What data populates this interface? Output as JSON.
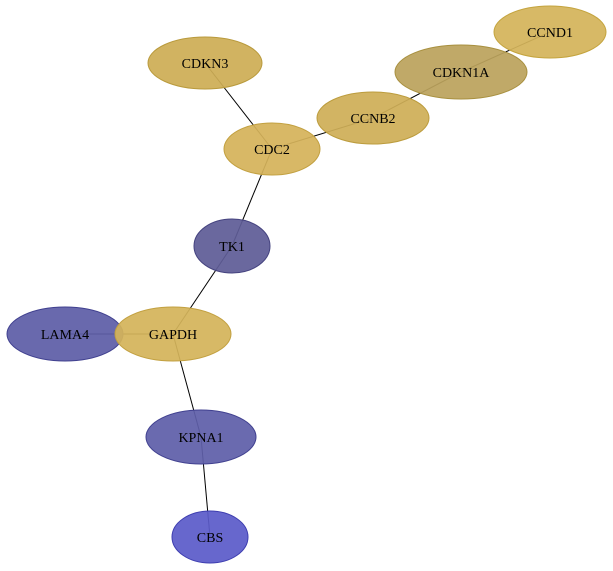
{
  "nodes": [
    {
      "id": "CCND1",
      "label": "CCND1",
      "fill": "#d4b45a",
      "stroke": "#c4a43e"
    },
    {
      "id": "CDKN1A",
      "label": "CDKN1A",
      "fill": "#bba35c",
      "stroke": "#a8903f"
    },
    {
      "id": "CDKN3",
      "label": "CDKN3",
      "fill": "#cdad55",
      "stroke": "#b99a3c"
    },
    {
      "id": "CCNB2",
      "label": "CCNB2",
      "fill": "#cfae57",
      "stroke": "#bc9c3d"
    },
    {
      "id": "CDC2",
      "label": "CDC2",
      "fill": "#d5b35a",
      "stroke": "#c2a040"
    },
    {
      "id": "TK1",
      "label": "TK1",
      "fill": "#5f5d97",
      "stroke": "#45437f"
    },
    {
      "id": "LAMA4",
      "label": "LAMA4",
      "fill": "#5e5ea7",
      "stroke": "#40408f"
    },
    {
      "id": "GAPDH",
      "label": "GAPDH",
      "fill": "#d4b45a",
      "stroke": "#c2a040"
    },
    {
      "id": "KPNA1",
      "label": "KPNA1",
      "fill": "#5f5fa9",
      "stroke": "#414190"
    },
    {
      "id": "CBS",
      "label": "CBS",
      "fill": "#5b5bc9",
      "stroke": "#3e3eb0"
    }
  ],
  "edges": [
    {
      "source": "CCND1",
      "target": "CDKN1A"
    },
    {
      "source": "CDKN1A",
      "target": "CCNB2"
    },
    {
      "source": "CCNB2",
      "target": "CDC2"
    },
    {
      "source": "CDKN3",
      "target": "CDC2"
    },
    {
      "source": "CDC2",
      "target": "TK1"
    },
    {
      "source": "TK1",
      "target": "GAPDH"
    },
    {
      "source": "LAMA4",
      "target": "GAPDH"
    },
    {
      "source": "GAPDH",
      "target": "KPNA1"
    },
    {
      "source": "KPNA1",
      "target": "CBS"
    }
  ]
}
